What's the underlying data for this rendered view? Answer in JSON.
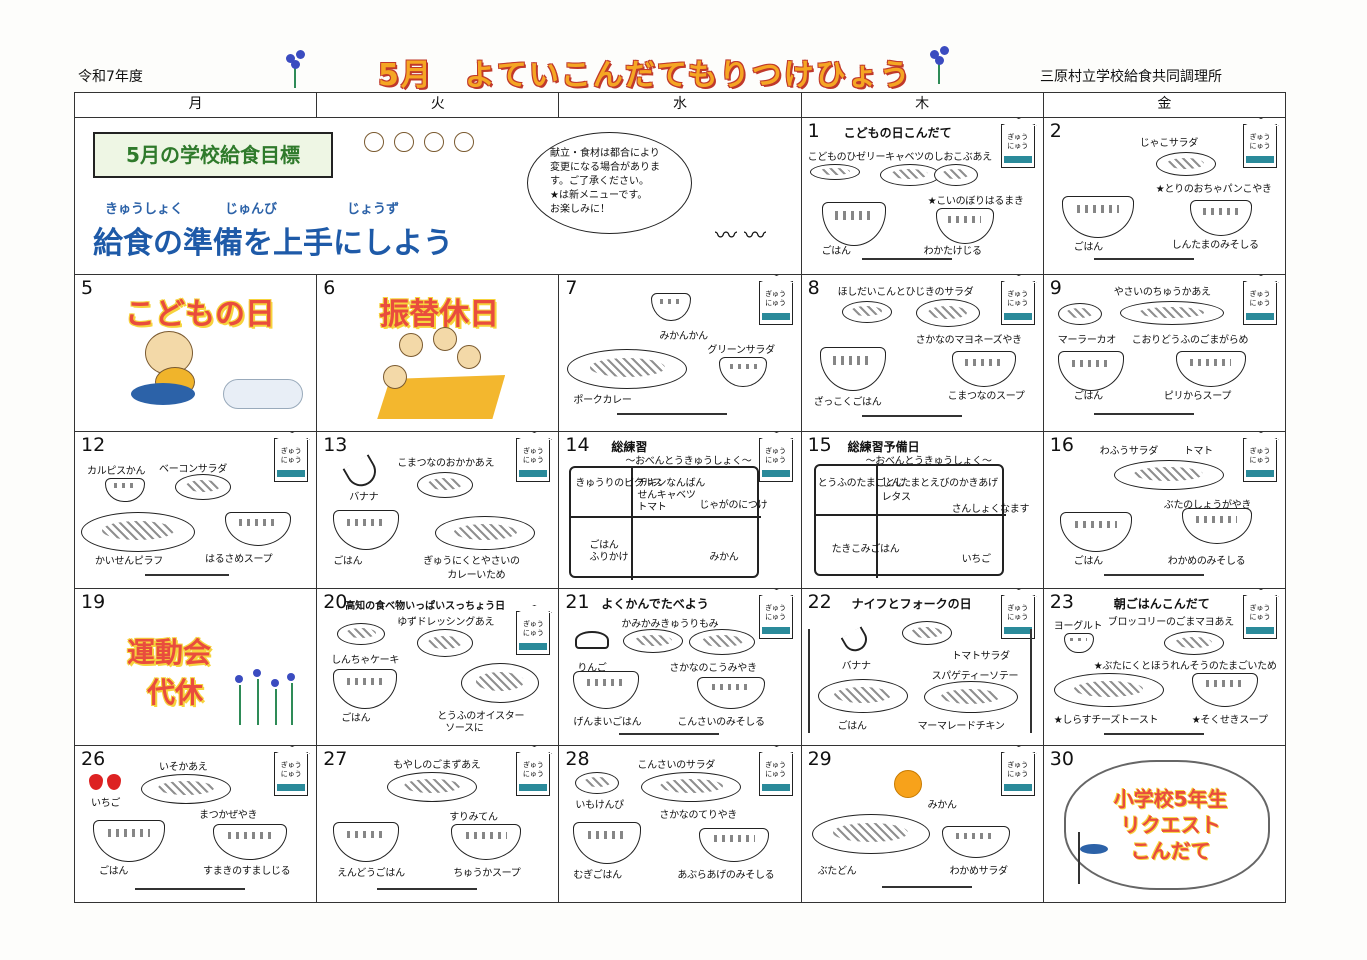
{
  "header": {
    "year": "令和7年度",
    "title": "5月　よていこんだてもりつけひょう",
    "org": "三原村立学校給食共同調理所"
  },
  "weekdays": [
    "月",
    "火",
    "水",
    "木",
    "金"
  ],
  "milk_label": [
    "ぎゅう",
    "にゅう"
  ],
  "goal": {
    "box_title": "5月の学校給食目標",
    "furigana": [
      "きゅうしょく",
      "じゅんび",
      "じょうず"
    ],
    "slogan": "給食の準備を上手にしよう",
    "note": [
      "献立・食材は都合により",
      "変更になる場合がありま",
      "す。ご了承ください。",
      "★は新メニューです。",
      "お楽しみに！"
    ]
  },
  "days": {
    "d1": {
      "num": "1",
      "special": "こどもの日こんだて",
      "items": [
        "こどものひゼリーキャベツのしおこぶあえ",
        "★こいのぼりはるまき",
        "ごはん",
        "わかたけじる"
      ]
    },
    "d2": {
      "num": "2",
      "items": [
        "じゃこサラダ",
        "★とりのおちゃパンこやき",
        "ごはん",
        "しんたまのみそしる"
      ]
    },
    "d5": {
      "num": "5",
      "holiday": "こどもの日"
    },
    "d6": {
      "num": "6",
      "holiday": "振替休日"
    },
    "d7": {
      "num": "7",
      "items": [
        "みかんかん",
        "グリーンサラダ",
        "ポークカレー"
      ]
    },
    "d8": {
      "num": "8",
      "items": [
        "ほしだいこんとひじきのサラダ",
        "さかなのマヨネーズやき",
        "ざっこくごはん",
        "こまつなのスープ"
      ]
    },
    "d9": {
      "num": "9",
      "items": [
        "やさいのちゅうかあえ",
        "マーラーカオ",
        "こおりどうふのごまがらめ",
        "ごはん",
        "ピリからスープ"
      ]
    },
    "d12": {
      "num": "12",
      "items": [
        "カルピスかん",
        "ベーコンサラダ",
        "かいせんピラフ",
        "はるさめスープ"
      ]
    },
    "d13": {
      "num": "13",
      "items": [
        "こまつなのおかかあえ",
        "バナナ",
        "ごはん",
        "ぎゅうにくとやさいの",
        "カレーいため"
      ]
    },
    "d14": {
      "num": "14",
      "special": "総練習",
      "sub": "～おべんとうきゅうしょく～",
      "items": [
        "きゅうりのピクルス",
        "チキンなんばん",
        "せんキャベツ",
        "トマト",
        "じゃがのにつけ",
        "ごはん",
        "ふりかけ",
        "みかん"
      ]
    },
    "d15": {
      "num": "15",
      "special": "総練習予備日",
      "sub": "～おべんとうきゅうしょく～",
      "items": [
        "とうふのたまごとじ",
        "しんたまとえびのかきあげ",
        "レタス",
        "さんしょくなます",
        "たきこみごはん",
        "いちご"
      ]
    },
    "d16": {
      "num": "16",
      "items": [
        "わふうサラダ",
        "トマト",
        "ぶたのしょうがやき",
        "ごはん",
        "わかめのみそしる"
      ]
    },
    "d19": {
      "num": "19",
      "holiday_lines": [
        "運動会",
        "代休"
      ]
    },
    "d20": {
      "num": "20",
      "special": "高知の食べ物いっぱいスっちょう日",
      "items": [
        "ゆずドレッシングあえ",
        "しんちゃケーキ",
        "ごはん",
        "とうふのオイスター",
        "ソースに"
      ]
    },
    "d21": {
      "num": "21",
      "special": "よくかんでたべよう",
      "items": [
        "かみかみきゅうりもみ",
        "りんご",
        "さかなのこうみやき",
        "げんまいごはん",
        "こんさいのみそしる"
      ]
    },
    "d22": {
      "num": "22",
      "special": "ナイフとフォークの日",
      "items": [
        "バナナ",
        "トマトサラダ",
        "スパゲティーソテー",
        "ごはん",
        "マーマレードチキン"
      ]
    },
    "d23": {
      "num": "23",
      "special": "朝ごはんこんだて",
      "items": [
        "ヨーグルト",
        "ブロッコリーのごまマヨあえ",
        "★ぶたにくとほうれんそうのたまごいため",
        "★しらすチーズトースト",
        "★そくせきスープ"
      ]
    },
    "d26": {
      "num": "26",
      "items": [
        "いそかあえ",
        "いちご",
        "まつかぜやき",
        "ごはん",
        "すまきのすましじる"
      ]
    },
    "d27": {
      "num": "27",
      "items": [
        "もやしのごまずあえ",
        "すりみてん",
        "えんどうごはん",
        "ちゅうかスープ"
      ]
    },
    "d28": {
      "num": "28",
      "items": [
        "こんさいのサラダ",
        "いもけんぴ",
        "さかなのてりやき",
        "むぎごはん",
        "あぶらあげのみそしる"
      ]
    },
    "d29": {
      "num": "29",
      "items": [
        "みかん",
        "ぶたどん",
        "わかめサラダ"
      ]
    },
    "d30": {
      "num": "30",
      "request": [
        "小学校5年生",
        "リクエスト",
        "こんだて"
      ]
    }
  },
  "colors": {
    "title": "#f5a623",
    "holiday": "#e94c3d",
    "slogan": "#1e5aa8",
    "goal": "#2f7a2b",
    "milk_band": "#2a8a9a"
  }
}
